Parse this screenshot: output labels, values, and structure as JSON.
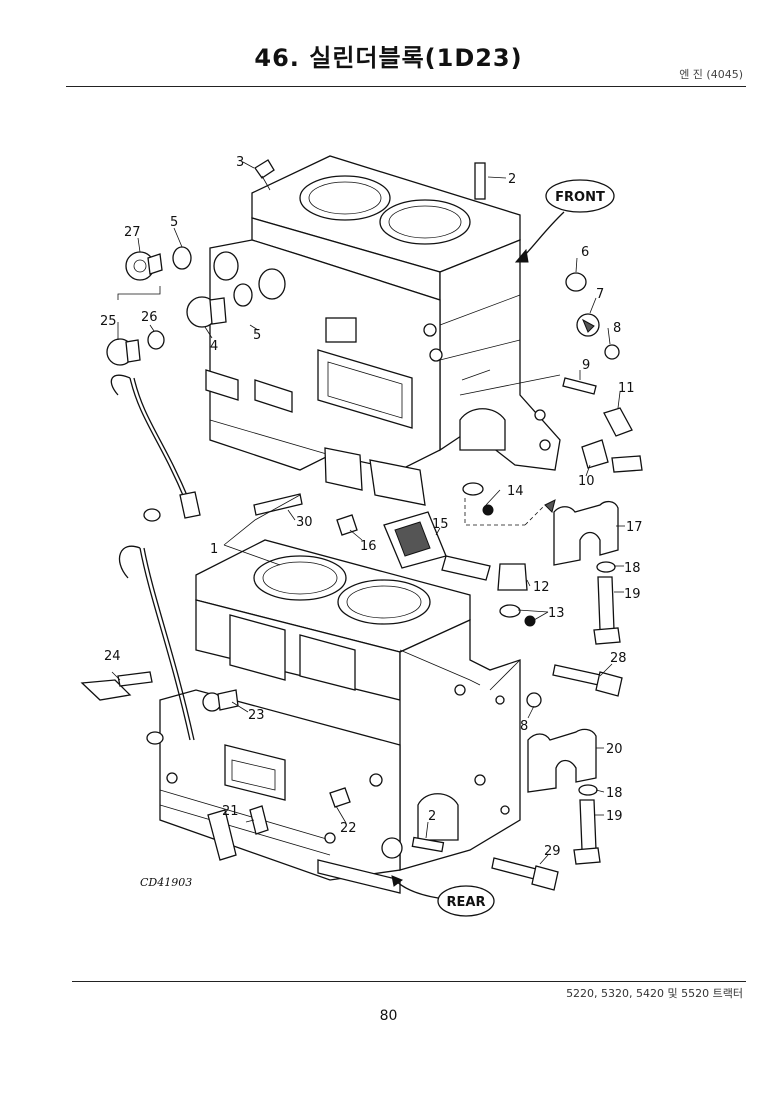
{
  "header": {
    "title": "46. 실린더블록(1D23)",
    "engine_tag": "엔 진 (4045)"
  },
  "diagram": {
    "figure_code": "CD41903",
    "front_label": "FRONT",
    "rear_label": "REAR",
    "callouts": {
      "c1": "1",
      "c2a": "2",
      "c2b": "2",
      "c3": "3",
      "c4": "4",
      "c5a": "5",
      "c5b": "5",
      "c6": "6",
      "c7": "7",
      "c8a": "8",
      "c8b": "8",
      "c9": "9",
      "c10": "10",
      "c11": "11",
      "c12": "12",
      "c13": "13",
      "c14": "14",
      "c15": "15",
      "c16": "16",
      "c17": "17",
      "c18a": "18",
      "c18b": "18",
      "c19a": "19",
      "c19b": "19",
      "c20": "20",
      "c21": "21",
      "c22": "22",
      "c23": "23",
      "c24": "24",
      "c25": "25",
      "c26": "26",
      "c27": "27",
      "c28": "28",
      "c29": "29",
      "c30": "30"
    }
  },
  "footer": {
    "models": "5220, 5320, 5420 및 5520 트랙터",
    "page_number": "80"
  }
}
